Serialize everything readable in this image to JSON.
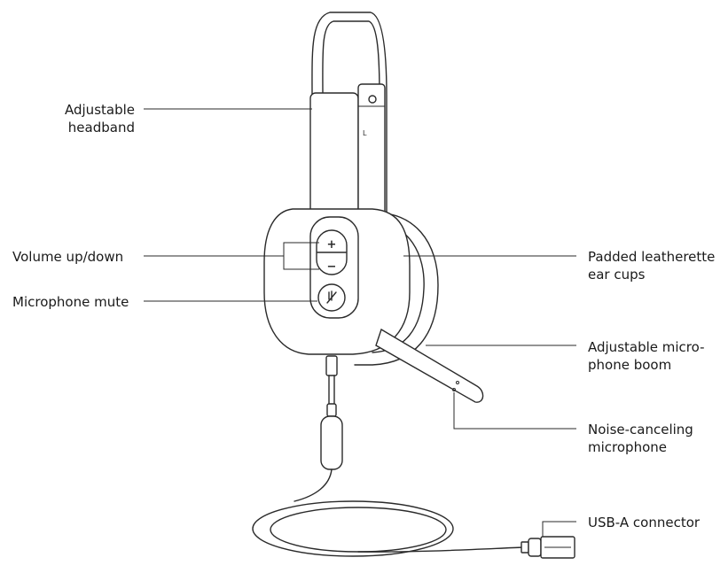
{
  "labels": {
    "headband": [
      "Adjustable",
      "headband"
    ],
    "volume": "Volume up/down",
    "mic_mute": "Microphone mute",
    "ear_cups": [
      "Padded leatherette",
      "ear cups"
    ],
    "boom": [
      "Adjustable micro-",
      "phone boom"
    ],
    "noise_mic": [
      "Noise-canceling",
      "microphone"
    ],
    "usb": "USB-A connector",
    "side_marker": "L",
    "plus": "+",
    "minus": "−"
  }
}
